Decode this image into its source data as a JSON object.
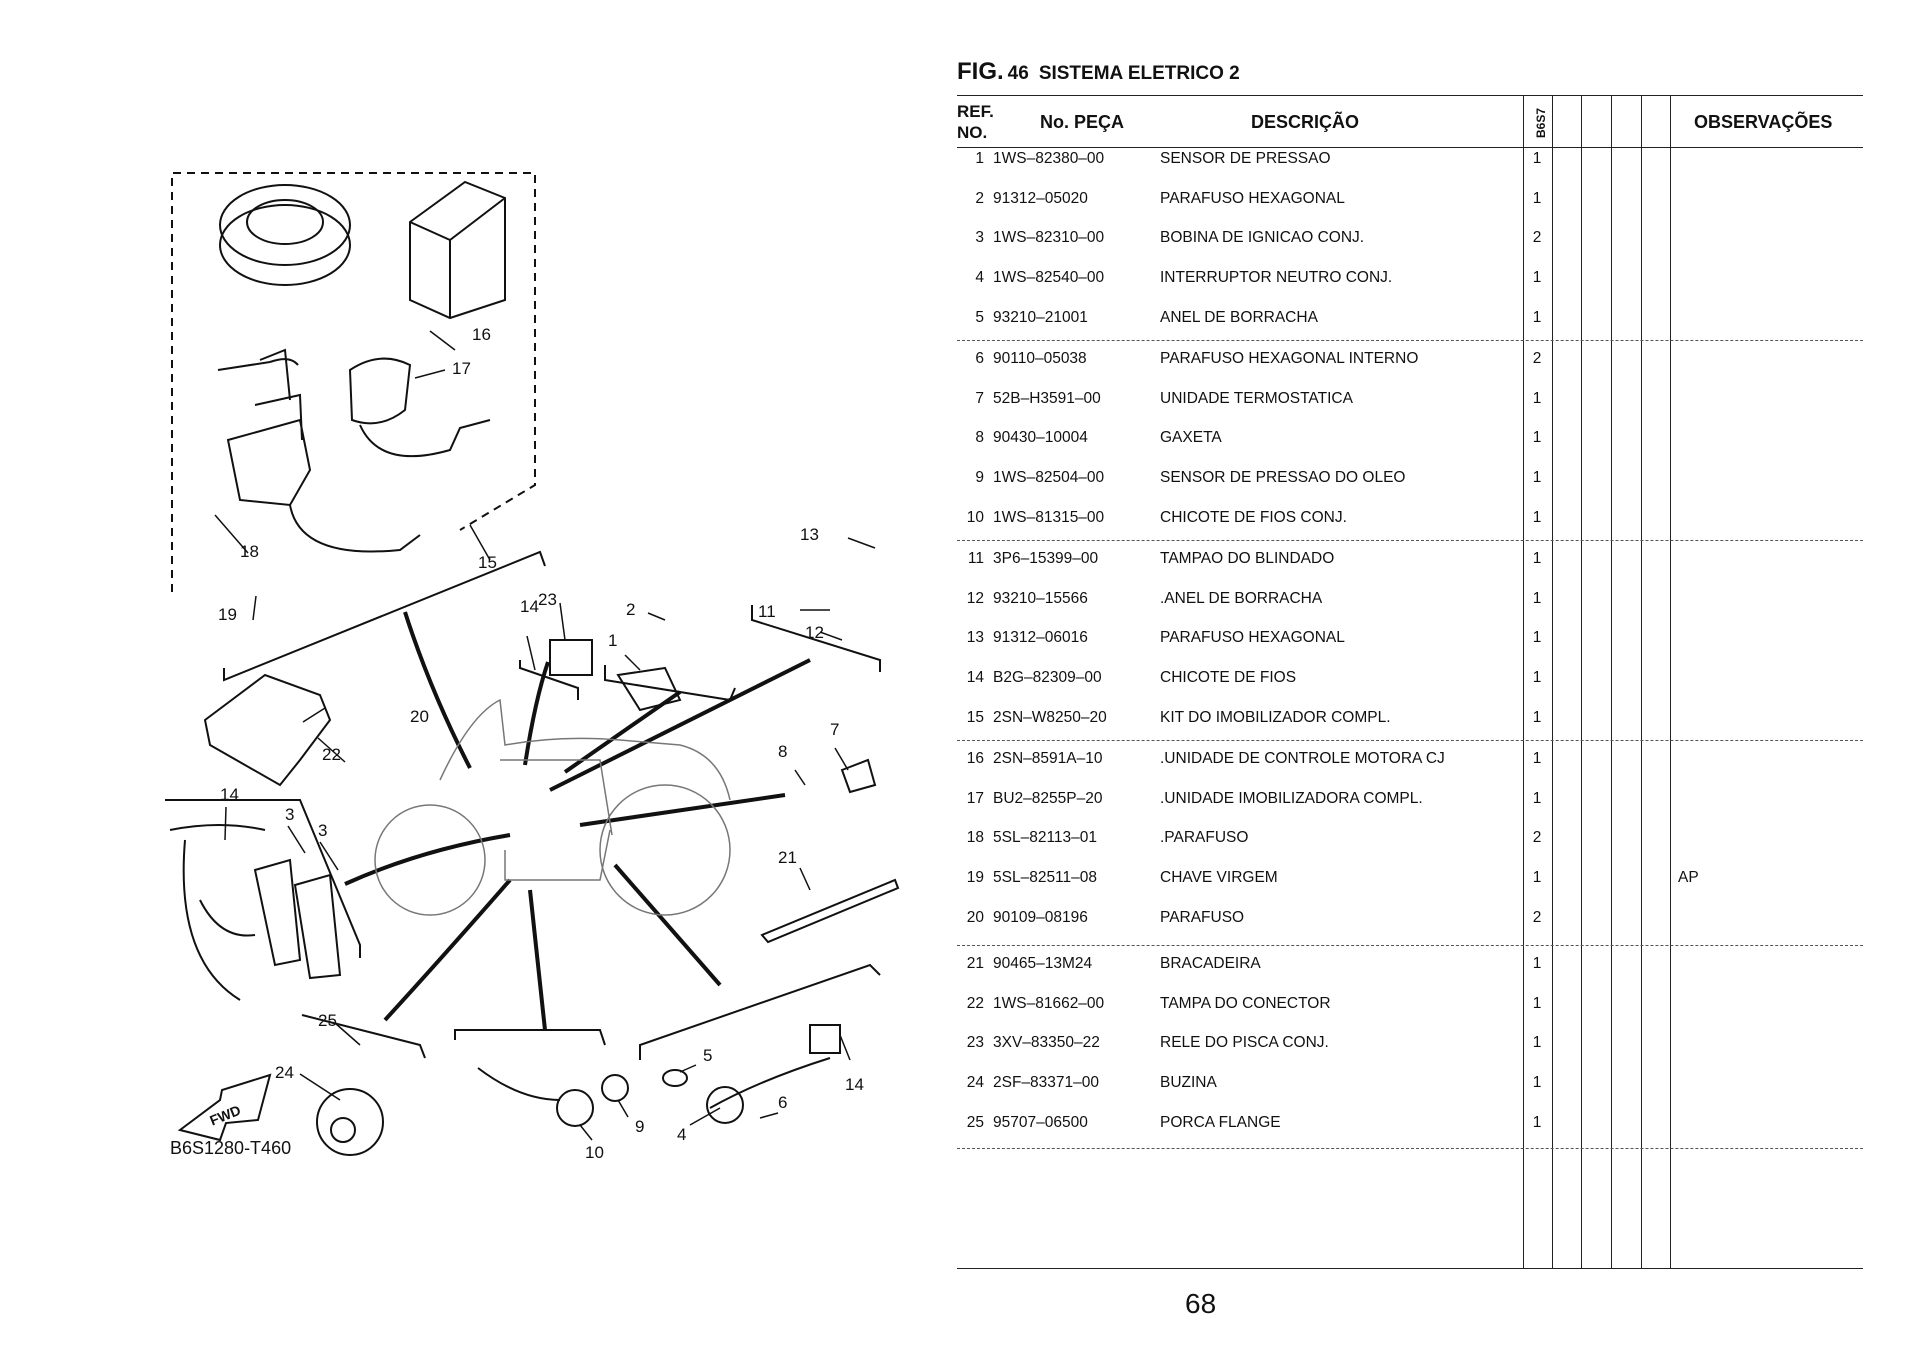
{
  "figure": {
    "prefix": "FIG.",
    "number": "46",
    "title": "SISTEMA ELETRICO 2",
    "code": "B6S1280-T460",
    "fwd_label": "FWD"
  },
  "table": {
    "headers": {
      "ref_no_line1": "REF.",
      "ref_no_line2": "NO.",
      "part_no": "No. PEÇA",
      "description": "DESCRIÇÃO",
      "model": "B6S7",
      "observations": "OBSERVAÇÕES"
    },
    "rows": [
      {
        "ref": "1",
        "part": "1WS–82380–00",
        "desc": "SENSOR DE PRESSAO",
        "qty": "1",
        "obs": ""
      },
      {
        "ref": "2",
        "part": "91312–05020",
        "desc": "PARAFUSO HEXAGONAL",
        "qty": "1",
        "obs": ""
      },
      {
        "ref": "3",
        "part": "1WS–82310–00",
        "desc": "BOBINA DE IGNICAO CONJ.",
        "qty": "2",
        "obs": ""
      },
      {
        "ref": "4",
        "part": "1WS–82540–00",
        "desc": "INTERRUPTOR NEUTRO CONJ.",
        "qty": "1",
        "obs": ""
      },
      {
        "ref": "5",
        "part": "93210–21001",
        "desc": "ANEL DE BORRACHA",
        "qty": "1",
        "obs": ""
      },
      {
        "ref": "6",
        "part": "90110–05038",
        "desc": "PARAFUSO HEXAGONAL INTERNO",
        "qty": "2",
        "obs": ""
      },
      {
        "ref": "7",
        "part": "52B–H3591–00",
        "desc": "UNIDADE TERMOSTATICA",
        "qty": "1",
        "obs": ""
      },
      {
        "ref": "8",
        "part": "90430–10004",
        "desc": "GAXETA",
        "qty": "1",
        "obs": ""
      },
      {
        "ref": "9",
        "part": "1WS–82504–00",
        "desc": "SENSOR DE PRESSAO DO OLEO",
        "qty": "1",
        "obs": ""
      },
      {
        "ref": "10",
        "part": "1WS–81315–00",
        "desc": "CHICOTE DE FIOS CONJ.",
        "qty": "1",
        "obs": ""
      },
      {
        "ref": "11",
        "part": "3P6–15399–00",
        "desc": "TAMPAO DO BLINDADO",
        "qty": "1",
        "obs": ""
      },
      {
        "ref": "12",
        "part": "93210–15566",
        "desc": ".ANEL DE BORRACHA",
        "qty": "1",
        "obs": ""
      },
      {
        "ref": "13",
        "part": "91312–06016",
        "desc": "PARAFUSO HEXAGONAL",
        "qty": "1",
        "obs": ""
      },
      {
        "ref": "14",
        "part": "B2G–82309–00",
        "desc": "CHICOTE DE FIOS",
        "qty": "1",
        "obs": ""
      },
      {
        "ref": "15",
        "part": "2SN–W8250–20",
        "desc": "KIT DO IMOBILIZADOR COMPL.",
        "qty": "1",
        "obs": ""
      },
      {
        "ref": "16",
        "part": "2SN–8591A–10",
        "desc": ".UNIDADE DE CONTROLE MOTORA CJ",
        "qty": "1",
        "obs": ""
      },
      {
        "ref": "17",
        "part": "BU2–8255P–20",
        "desc": ".UNIDADE IMOBILIZADORA COMPL.",
        "qty": "1",
        "obs": ""
      },
      {
        "ref": "18",
        "part": "5SL–82113–01",
        "desc": ".PARAFUSO",
        "qty": "2",
        "obs": ""
      },
      {
        "ref": "19",
        "part": "5SL–82511–08",
        "desc": "CHAVE VIRGEM",
        "qty": "1",
        "obs": "AP"
      },
      {
        "ref": "20",
        "part": "90109–08196",
        "desc": "PARAFUSO",
        "qty": "2",
        "obs": ""
      },
      {
        "ref": "21",
        "part": "90465–13M24",
        "desc": "BRACADEIRA",
        "qty": "1",
        "obs": ""
      },
      {
        "ref": "22",
        "part": "1WS–81662–00",
        "desc": "TAMPA DO CONECTOR",
        "qty": "1",
        "obs": ""
      },
      {
        "ref": "23",
        "part": "3XV–83350–22",
        "desc": "RELE DO PISCA CONJ.",
        "qty": "1",
        "obs": ""
      },
      {
        "ref": "24",
        "part": "2SF–83371–00",
        "desc": "BUZINA",
        "qty": "1",
        "obs": ""
      },
      {
        "ref": "25",
        "part": "95707–06500",
        "desc": "PORCA FLANGE",
        "qty": "1",
        "obs": ""
      }
    ]
  },
  "diagram_callouts": [
    "1",
    "2",
    "3",
    "3",
    "4",
    "5",
    "6",
    "7",
    "8",
    "9",
    "10",
    "11",
    "12",
    "13",
    "14",
    "14",
    "14",
    "15",
    "16",
    "17",
    "18",
    "19",
    "20",
    "21",
    "22",
    "23",
    "24",
    "25"
  ],
  "page_number": "68"
}
